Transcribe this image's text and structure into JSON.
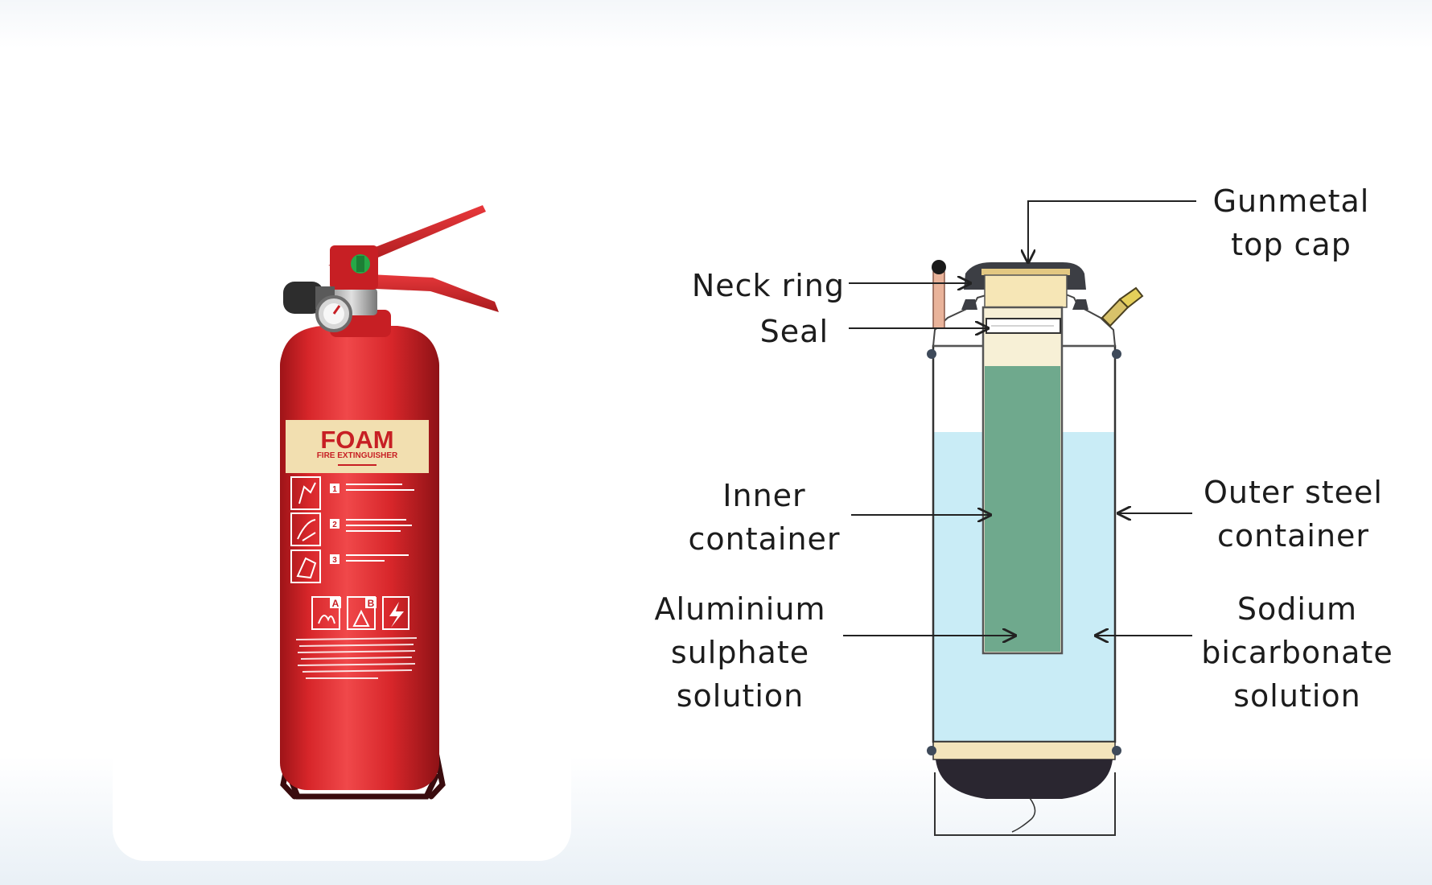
{
  "extinguisher": {
    "label_title": "FOAM",
    "label_subtitle": "FIRE EXTINGUISHER",
    "steps": [
      "1",
      "2",
      "3"
    ],
    "class_marks": [
      "A",
      "B"
    ],
    "colors": {
      "body": "#d7262a",
      "label": "#f2dfb0",
      "valve_green": "#27a847"
    }
  },
  "diagram": {
    "labels": {
      "gunmetal_top_cap": "Gunmetal\ntop cap",
      "neck_ring": "Neck ring",
      "seal": "Seal",
      "inner_container": "Inner\ncontainer",
      "aluminium_sulphate": "Aluminium\nsulphate\nsolution",
      "outer_steel_container": "Outer steel\ncontainer",
      "sodium_bicarbonate": "Sodium\nbicarbonate\nsolution"
    },
    "colors": {
      "outer_liquid": "#c9ecf6",
      "inner_liquid": "#6fa98d",
      "cap": "#f6e6b6",
      "base": "#2a2630",
      "line": "#222222"
    }
  }
}
